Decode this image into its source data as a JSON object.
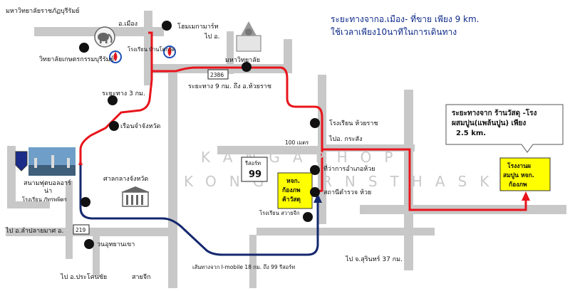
{
  "info": {
    "line1": "ระยะทางจากอ.เมือง- ที่ขาย เพียง 9 km.",
    "line2": "ใช้เวลาเพียง10นาทีในการเดินทาง"
  },
  "callout": {
    "line1": "ระยะทางจาก ร้านวัสดุ -โรง",
    "line2": "ผสมปูน(แพล้นปูน) เพียง",
    "line3": "2.5 km."
  },
  "places": {
    "rajabhat": "มหาวิทยาลัยราชภัฏบุรีรัมย์",
    "amphoe_mueang": "อ.เมือง",
    "homemart": "โฮมเมกามาร์ท",
    "to_amphoe": "ไป อ.",
    "school_ban": "โรงเรียน บ้านโคกวัด",
    "agri_college": "วิทยาลัยเกษตรกรรมบุรีรัมย์",
    "mahawit": "มหาวิทยาลัย",
    "distance_3km": "ระยะทาง 3 กม.",
    "distance_9km": "ระยะทาง 9 กม. ถึง อ.ห้วยราช",
    "prison": "เรือนจำจังหวัด",
    "school_huairat": "โรงเรียน ห้วยราช",
    "distance_100m": "100 เมตร",
    "to_krasang": "ไปอ. กระสัง",
    "district_office": "ที่ว่าการอำเภอห้วย",
    "police": "สถานีตำรวจ ห้วย",
    "stadium": "สนามฟุตบอลอาร์",
    "stadium2": "น่า",
    "school_phattarapit": "โรงเรียน ภัทรพพิตร",
    "court": "ศาลกลางจังหวัด",
    "school_sawai": "โรงเรียน สวายจีก",
    "to_lamplaimat": "ไป อ.ลำปลายมาศ อ.",
    "wanuthayan": "วนอุทยานเขา",
    "to_prakhonchai": "ไป อ.ประโคนชัย",
    "sawaichik": "สายจีก",
    "to_surin": "ไป จ.สุรินทร์ 37 กม.",
    "route_imobile": "เส้นทางจาก I-mobile 18 กม. ถึง 99 รีสอร์ท"
  },
  "roads": {
    "r2386": "2386",
    "r219": "219"
  },
  "resort": {
    "name": "รีสอร์ท",
    "number": "99"
  },
  "shop": {
    "line1": "หจก.",
    "line2": "ก้องภพ",
    "line3": "ค้าวัสดุ"
  },
  "plant": {
    "line1": "โรงงานผ",
    "line2": "สมปูน หจก.",
    "line3": "ก้องภพ"
  },
  "watermark": {
    "line1": "KANGAPHOP",
    "line2": "KONGPORNSTHASKUL"
  },
  "colors": {
    "road": "#c8c8c8",
    "red_route": "#e8141c",
    "blue_route": "#14286e",
    "highlight": "#ffff00",
    "text_blue": "#0d2a8a"
  },
  "icons": {
    "landmark": "black-dot-icon",
    "elephant": "elephant-emblem-icon",
    "gas": "gas-station-icon",
    "temple": "temple-icon",
    "building": "government-building-icon",
    "stadium": "stadium-photo-icon",
    "shield": "shield-logo-icon"
  }
}
